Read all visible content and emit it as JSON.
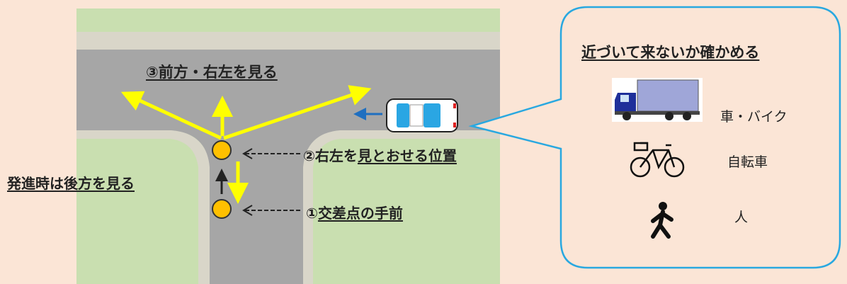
{
  "labels": {
    "step3": "③前方・右左を見る",
    "step2_prefix": "②右左を",
    "step2_underlined": "見とおせる位置",
    "step1_prefix": "①",
    "step1_underlined": "交差点の手前",
    "start_note": "発進時は後方を見る"
  },
  "bubble": {
    "title": "近づいて来ないか確かめる",
    "items": [
      {
        "label": "車・バイク",
        "icon": "truck-icon"
      },
      {
        "label": "自転車",
        "icon": "bicycle-icon"
      },
      {
        "label": "人",
        "icon": "pedestrian-icon"
      }
    ]
  },
  "colors": {
    "background": "#fbe5d6",
    "grass": "#c9dfb0",
    "road": "#a6a6a6",
    "yellow_arrow": "#ffff00",
    "marker": "#ffc000",
    "bubble_border": "#29a8e0",
    "car_arrow": "#1f6fc0"
  }
}
